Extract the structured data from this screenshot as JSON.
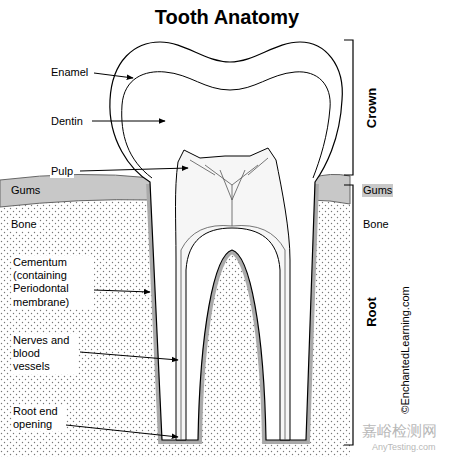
{
  "diagram": {
    "title": "Tooth Anatomy",
    "labels": [
      "Enamel",
      "Dentin",
      "Pulp",
      "Gums",
      "Bone",
      "Cementum (containing Periodontal membrane)",
      "Nerves and blood vessels",
      "Root end opening",
      "Crown",
      "Gums",
      "Bone",
      "Root",
      "©EnchantedLearning.com",
      "嘉峪检测网",
      "AnyTesting.com"
    ]
  }
}
